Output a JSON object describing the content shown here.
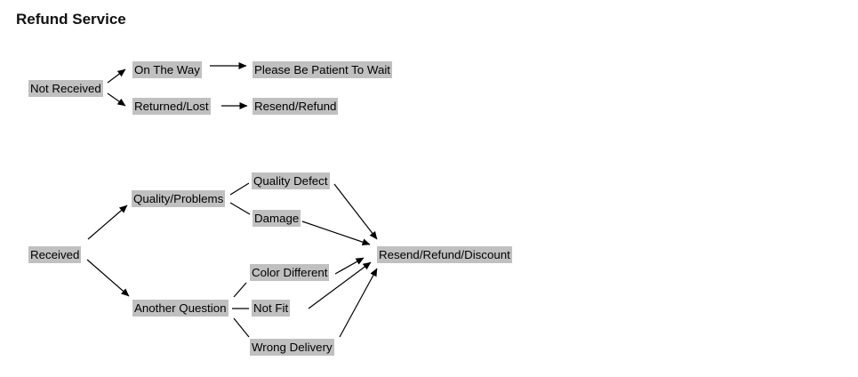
{
  "title": "Refund Service",
  "colors": {
    "node_background": "#c0c0c0",
    "text": "#000000",
    "line": "#000000",
    "page_background": "#ffffff"
  },
  "nodes": [
    {
      "id": "not-received",
      "label": "Not Received"
    },
    {
      "id": "on-the-way",
      "label": "On The Way"
    },
    {
      "id": "please-be-patient",
      "label": "Please Be Patient To Wait"
    },
    {
      "id": "returned-lost",
      "label": "Returned/Lost"
    },
    {
      "id": "resend-refund",
      "label": "Resend/Refund"
    },
    {
      "id": "received",
      "label": "Received"
    },
    {
      "id": "quality-problems",
      "label": "Quality/Problems"
    },
    {
      "id": "quality-defect",
      "label": "Quality Defect"
    },
    {
      "id": "damage",
      "label": "Damage"
    },
    {
      "id": "another-question",
      "label": "Another Question"
    },
    {
      "id": "color-different",
      "label": "Color Different"
    },
    {
      "id": "not-fit",
      "label": "Not Fit"
    },
    {
      "id": "wrong-delivery",
      "label": "Wrong Delivery"
    },
    {
      "id": "resend-refund-discount",
      "label": "Resend/Refund/Discount"
    }
  ],
  "edges": [
    {
      "from": "not-received",
      "to": "on-the-way",
      "arrowhead": true
    },
    {
      "from": "not-received",
      "to": "returned-lost",
      "arrowhead": true
    },
    {
      "from": "on-the-way",
      "to": "please-be-patient",
      "arrowhead": true
    },
    {
      "from": "returned-lost",
      "to": "resend-refund",
      "arrowhead": true
    },
    {
      "from": "received",
      "to": "quality-problems",
      "arrowhead": true
    },
    {
      "from": "received",
      "to": "another-question",
      "arrowhead": true
    },
    {
      "from": "quality-problems",
      "to": "quality-defect",
      "arrowhead": false
    },
    {
      "from": "quality-problems",
      "to": "damage",
      "arrowhead": false
    },
    {
      "from": "another-question",
      "to": "color-different",
      "arrowhead": false
    },
    {
      "from": "another-question",
      "to": "not-fit",
      "arrowhead": false
    },
    {
      "from": "another-question",
      "to": "wrong-delivery",
      "arrowhead": false
    },
    {
      "from": "quality-defect",
      "to": "resend-refund-discount",
      "arrowhead": true
    },
    {
      "from": "damage",
      "to": "resend-refund-discount",
      "arrowhead": true
    },
    {
      "from": "color-different",
      "to": "resend-refund-discount",
      "arrowhead": true
    },
    {
      "from": "not-fit",
      "to": "resend-refund-discount",
      "arrowhead": true
    },
    {
      "from": "wrong-delivery",
      "to": "resend-refund-discount",
      "arrowhead": true
    }
  ]
}
